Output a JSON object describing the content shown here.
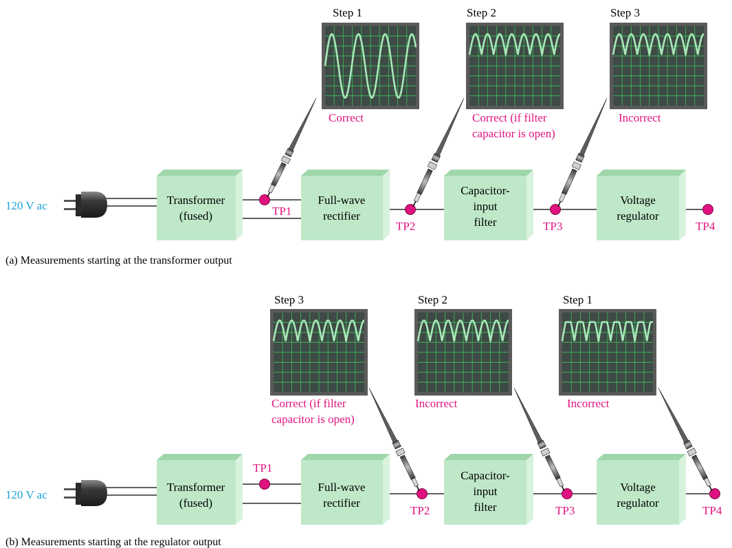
{
  "colors": {
    "box_front": "#bfe8c8",
    "box_side": "#d8f2dc",
    "box_top": "#9fd6ab",
    "scope_frame": "#5a5a5a",
    "scope_screen": "#3e4a45",
    "scope_grid": "#3cb35a",
    "waveform": "#a8e8b8",
    "testpoint": "#e0127f",
    "magenta_text": "#e0127f",
    "source_text": "#1ba0d8",
    "wire": "#000000"
  },
  "source_label": "120 V ac",
  "blocks": {
    "transformer": [
      "Transformer",
      "(fused)"
    ],
    "rectifier": [
      "Full-wave",
      "rectifier"
    ],
    "filter": [
      "Capacitor-",
      "input",
      "filter"
    ],
    "regulator": [
      "Voltage",
      "regulator"
    ]
  },
  "test_points": {
    "tp1": "TP1",
    "tp2": "TP2",
    "tp3": "TP3",
    "tp4": "TP4"
  },
  "panel_a": {
    "caption": "(a)  Measurements starting at the transformer output",
    "scopes": [
      {
        "step": "Step 1",
        "status": [
          "Correct"
        ],
        "waveform": "sine",
        "probe_at": "TP1"
      },
      {
        "step": "Step 2",
        "status": [
          "Correct (if filter",
          "capacitor is open)"
        ],
        "waveform": "full-wave-rectified",
        "probe_at": "TP2"
      },
      {
        "step": "Step 3",
        "status": [
          "Incorrect"
        ],
        "waveform": "full-wave-rectified",
        "probe_at": "TP3"
      }
    ]
  },
  "panel_b": {
    "caption": "(b)  Measurements starting at the regulator output",
    "scopes": [
      {
        "step": "Step 3",
        "status": [
          "Correct (if filter",
          "capacitor is open)"
        ],
        "waveform": "full-wave-rectified",
        "probe_at": "TP2"
      },
      {
        "step": "Step 2",
        "status": [
          "Incorrect"
        ],
        "waveform": "full-wave-rectified",
        "probe_at": "TP3"
      },
      {
        "step": "Step 1",
        "status": [
          "Incorrect"
        ],
        "waveform": "clipped-rectified",
        "probe_at": "TP4"
      }
    ]
  }
}
